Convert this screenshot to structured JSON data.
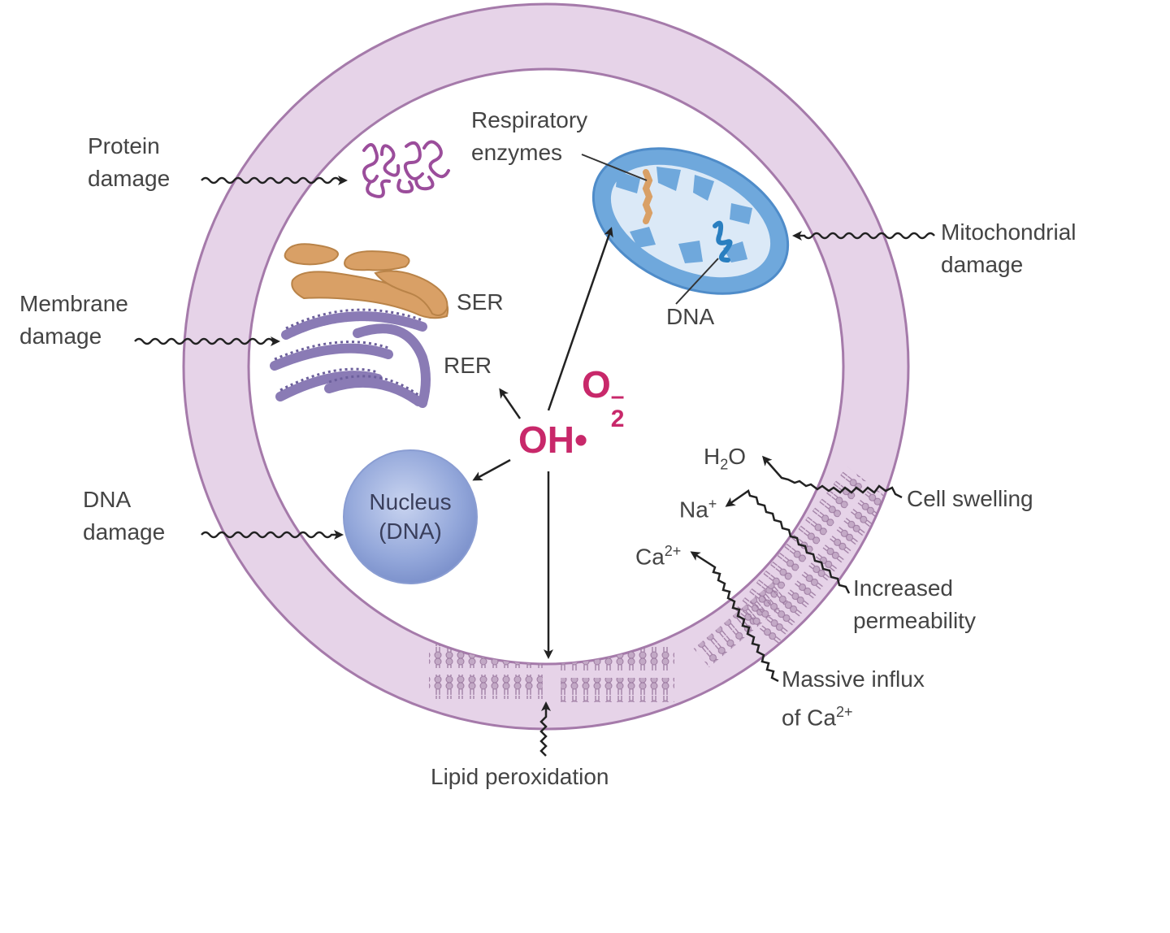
{
  "labels": {
    "protein_damage": [
      "Protein",
      "damage"
    ],
    "membrane_damage": [
      "Membrane",
      "damage"
    ],
    "dna_damage": [
      "DNA",
      "damage"
    ],
    "respiratory_enzymes": [
      "Respiratory",
      "enzymes"
    ],
    "mitochondrial_damage": [
      "Mitochondrial",
      "damage"
    ],
    "mito_dna": "DNA",
    "ser": "SER",
    "rer": "RER",
    "nucleus": [
      "Nucleus",
      "(DNA)"
    ],
    "cell_swelling": "Cell swelling",
    "increased_permeability": [
      "Increased",
      "permeability"
    ],
    "massive_influx": [
      "Massive influx",
      "of Ca"
    ],
    "massive_influx_sup": "2+",
    "lipid_peroxidation": "Lipid peroxidation",
    "water": {
      "base": "H",
      "sub": "2",
      "tail": "O"
    },
    "sodium": {
      "base": "Na",
      "sup": "+"
    },
    "calcium": {
      "base": "Ca",
      "sup": "2+"
    }
  },
  "radicals": {
    "hydroxyl": "OH•",
    "superoxide": {
      "base": "O",
      "sup": "–",
      "sub": "2"
    }
  },
  "colors": {
    "membrane_fill": "#e6d3e8",
    "membrane_stroke": "#a57aaa",
    "radical": "#c8286a",
    "mitochondrion": "#6fa8dc",
    "ser": "#d9a066",
    "rer": "#8a7bb5",
    "nucleus": "#8fa3d6",
    "protein": "#9b4d9b"
  }
}
